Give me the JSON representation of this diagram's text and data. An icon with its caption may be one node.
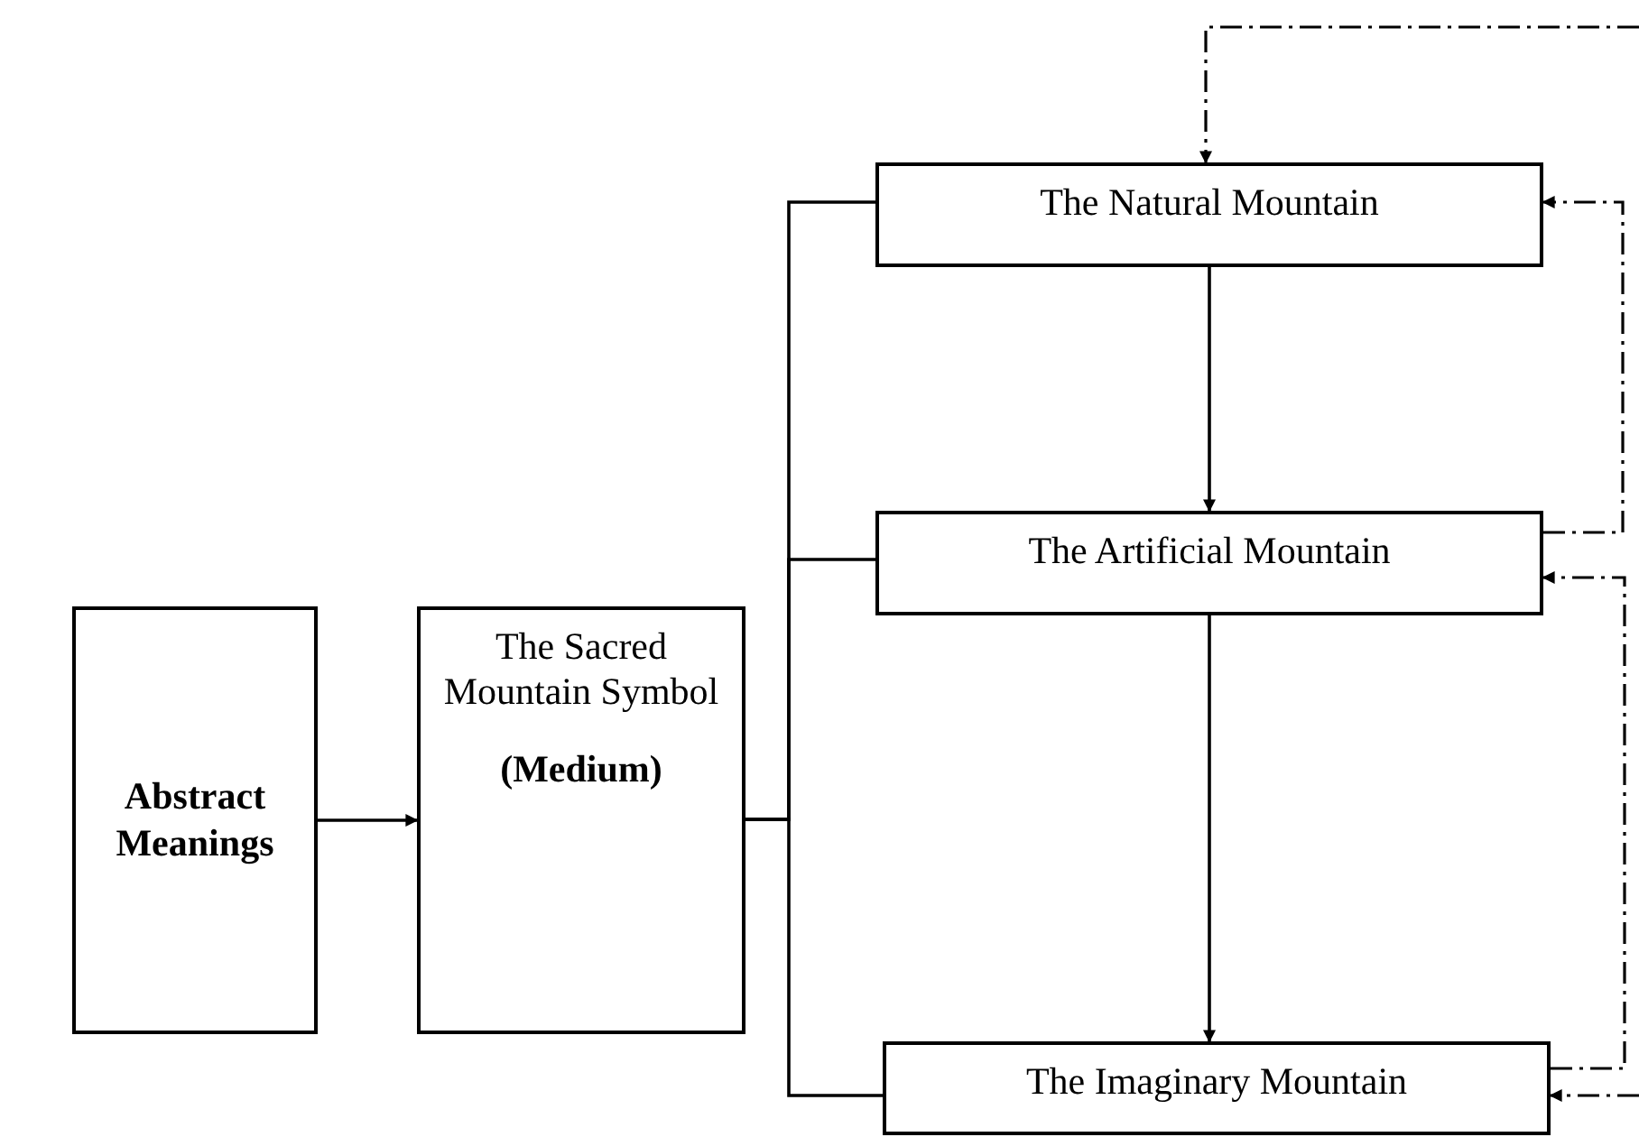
{
  "diagram": {
    "nodes": [
      {
        "text": [
          "Abstract Meanings"
        ]
      },
      {
        "text": [
          "The Sacred Mountain Symbol",
          "(Medium)"
        ]
      },
      {
        "text": [
          "The Natural Mountain"
        ]
      },
      {
        "text": [
          "The Artificial Mountain"
        ]
      },
      {
        "text": [
          "The Imaginary Mountain"
        ]
      }
    ],
    "edges": [
      {
        "from": 0,
        "to": 1,
        "arrow": "to"
      },
      {
        "from": 1,
        "to": 2,
        "arrow": "none"
      },
      {
        "from": 1,
        "to": 3,
        "arrow": "none"
      },
      {
        "from": 1,
        "to": 4,
        "arrow": "none"
      },
      {
        "from": 2,
        "to": 3,
        "arrow": "to"
      },
      {
        "from": 3,
        "to": 4,
        "arrow": "to"
      },
      {
        "from": 3,
        "to": 2,
        "arrow": "to",
        "style": "dashed"
      },
      {
        "from": 4,
        "to": 3,
        "arrow": "to",
        "style": "dashed"
      },
      {
        "from": null,
        "to": 2,
        "arrow": "to",
        "style": "dashed"
      },
      {
        "from": null,
        "to": 4,
        "arrow": "to",
        "style": "dashed"
      }
    ]
  }
}
